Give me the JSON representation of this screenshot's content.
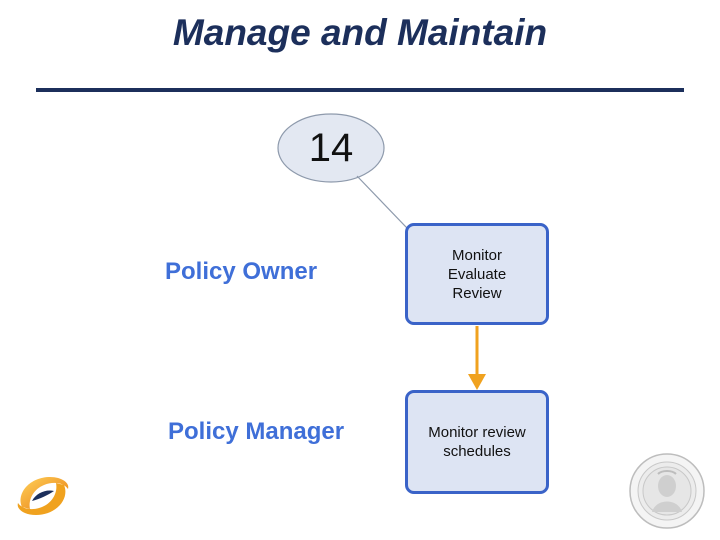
{
  "slide": {
    "title": "Manage and Maintain",
    "callout_number": "14",
    "roles": {
      "owner": "Policy Owner",
      "manager": "Policy Manager"
    },
    "boxes": {
      "owner_task": "Monitor\nEvaluate\nReview",
      "manager_task": "Monitor  review\nschedules"
    }
  },
  "colors": {
    "title": "#1c2f5b",
    "role_text": "#3f6fd8",
    "box_fill": "#dde4f3",
    "box_border": "#3a63c8",
    "arrow": "#f0a21f"
  },
  "icons": {
    "logo": "orange-swirl-logo",
    "seal": "state-seal"
  }
}
